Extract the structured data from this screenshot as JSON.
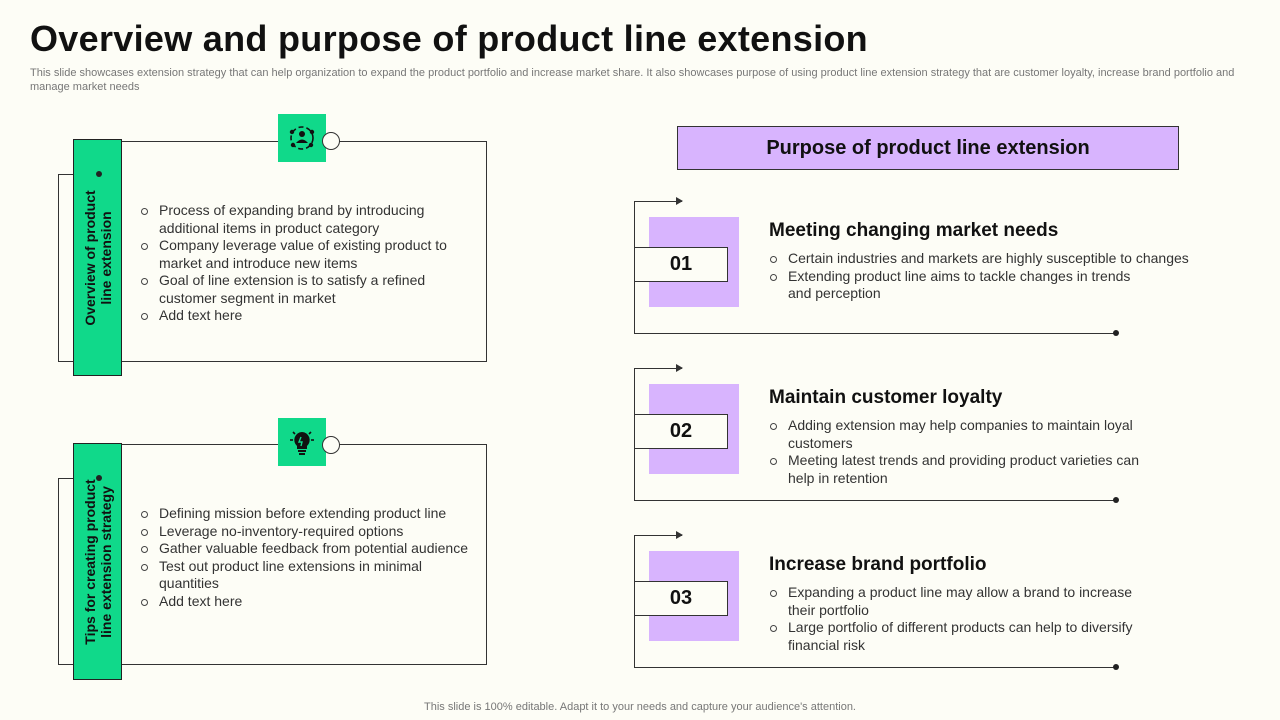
{
  "title": "Overview and purpose of product line extension",
  "subtitle": "This slide showcases extension strategy that can help organization to expand the product portfolio and increase market share. It also showcases purpose of using product line extension strategy that are customer loyalty, increase brand portfolio and manage market needs",
  "overview": {
    "label_line1": "Overview of product",
    "label_line2": "line extension",
    "icon": "team-icon",
    "items": [
      "Process of expanding brand by introducing additional items in product category",
      "Company leverage value of existing product to market and introduce new items",
      "Goal of line extension is to satisfy a refined customer segment in market",
      "Add text here"
    ]
  },
  "tips": {
    "label_line1": "Tips for creating product",
    "label_line2": "line extension strategy",
    "icon": "lightbulb-icon",
    "items": [
      "Defining mission before extending product line",
      "Leverage no-inventory-required options",
      "Gather valuable feedback from potential audience",
      "Test out product line extensions in minimal quantities",
      "Add text here"
    ]
  },
  "purpose": {
    "header": "Purpose of product line extension",
    "cards": [
      {
        "number": "01",
        "title": "Meeting changing market needs",
        "items": [
          "Certain industries and markets are highly susceptible to changes",
          "Extending product line aims to tackle changes in trends and perception"
        ]
      },
      {
        "number": "02",
        "title": "Maintain customer loyalty",
        "items": [
          "Adding extension may help companies to maintain loyal customers",
          "Meeting latest trends and providing product varieties can help in retention"
        ]
      },
      {
        "number": "03",
        "title": "Increase brand portfolio",
        "items": [
          "Expanding a product line may allow a brand to increase their portfolio",
          "Large portfolio of different products can help to diversify financial risk"
        ]
      }
    ]
  },
  "footer": "This slide is 100% editable. Adapt it to your needs and capture your audience's attention.",
  "colors": {
    "green": "#10d98a",
    "purple": "#d8b4fe",
    "background": "#fdfdf6"
  }
}
